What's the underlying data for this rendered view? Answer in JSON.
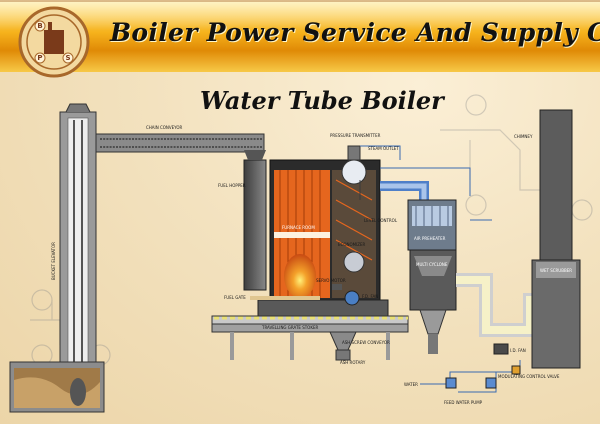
{
  "header": {
    "company_name": "Boiler Power Service And Supply Co.,Ltd.",
    "logo_letters": [
      "B",
      "P",
      "S"
    ]
  },
  "title": "Water Tube Boiler",
  "labels": {
    "chain_conveyor": "CHAIN CONVEYOR",
    "bucket_elevator": "BUCKET ELEVATOR",
    "fuel_hopper": "FUEL HOPPER",
    "furnace_room": "FURNACE ROOM",
    "fuel_gate": "FUEL GATE",
    "travelling_grate": "TRAVELLING GRATE STOKER",
    "ash_screw": "ASH SCREW CONVEYOR",
    "ash_rotary": "ASH ROTARY",
    "fd_fan": "F.D. FAN",
    "servo_motor": "SERVO MOTOR",
    "economizer": "ECONOMIZER",
    "air_preheater": "AIR PREHEATER",
    "multi_cyclone": "MULTI CYCLONE",
    "wet_scrubber": "WET SCRUBBER",
    "chimney": "CHIMNEY",
    "id_fan": "I.D. FAN",
    "water": "WATER",
    "feed_water_pump": "FEED WATER PUMP",
    "modulating_valve": "MODULATING CONTROL VALVE",
    "steam_outlet": "STEAM OUTLET",
    "pressure_transmitter": "PRESSURE TRANSMITTER",
    "level_control": "LEVEL CONTROL"
  },
  "colors": {
    "banner_gold": "#f6b21c",
    "furnace_orange": "#e5661e",
    "steel_gray": "#6a6a6a",
    "pipe_yellow": "#f3e66a",
    "pipe_blue": "#5a8bd0"
  }
}
